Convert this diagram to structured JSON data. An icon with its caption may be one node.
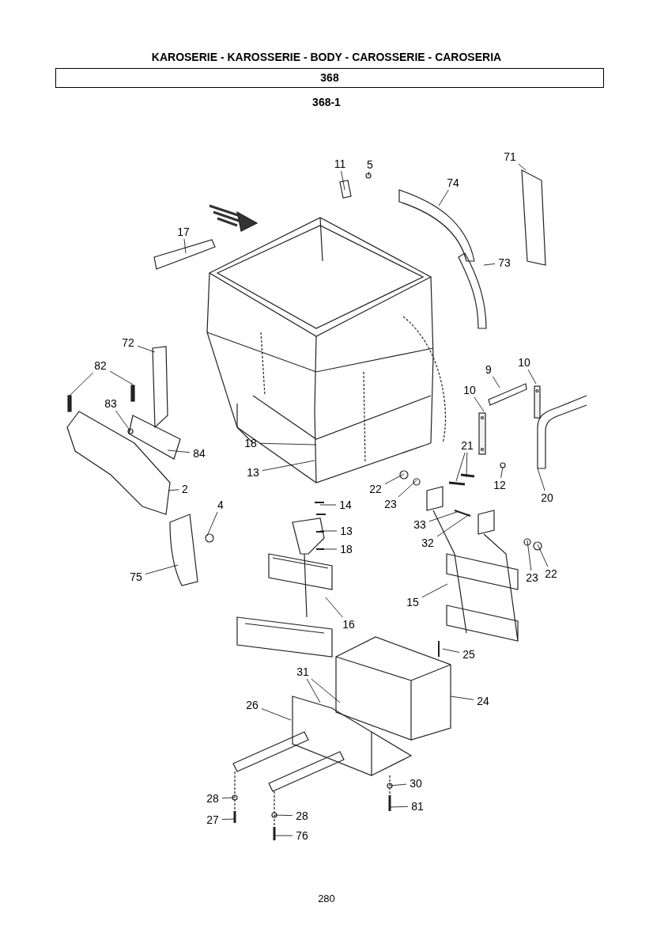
{
  "diagram": {
    "title": "KAROSERIE - KAROSSERIE - BODY - CAROSSERIE - CAROSERIA",
    "nodes": [
      {
        "text": [
          "368"
        ]
      },
      {
        "text": [
          "11"
        ]
      },
      {
        "text": [
          "5"
        ]
      },
      {
        "text": [
          "74"
        ]
      },
      {
        "text": [
          "71"
        ]
      },
      {
        "text": [
          "73"
        ]
      },
      {
        "text": [
          "17"
        ]
      },
      {
        "text": [
          "72"
        ]
      },
      {
        "text": [
          "82"
        ]
      },
      {
        "text": [
          "83"
        ]
      },
      {
        "text": [
          "9"
        ]
      },
      {
        "text": [
          "10"
        ]
      },
      {
        "text": [
          "10"
        ]
      },
      {
        "text": [
          "84"
        ]
      },
      {
        "text": [
          "18"
        ]
      },
      {
        "text": [
          "21"
        ]
      },
      {
        "text": [
          "13"
        ]
      },
      {
        "text": [
          "22"
        ]
      },
      {
        "text": [
          "23"
        ]
      },
      {
        "text": [
          "12"
        ]
      },
      {
        "text": [
          "20"
        ]
      },
      {
        "text": [
          "2"
        ]
      },
      {
        "text": [
          "14"
        ]
      },
      {
        "text": [
          "4"
        ]
      },
      {
        "text": [
          "33"
        ]
      },
      {
        "text": [
          "32"
        ]
      },
      {
        "text": [
          "13"
        ]
      },
      {
        "text": [
          "18"
        ]
      },
      {
        "text": [
          "23"
        ]
      },
      {
        "text": [
          "22"
        ]
      },
      {
        "text": [
          "75"
        ]
      },
      {
        "text": [
          "15"
        ]
      },
      {
        "text": [
          "16"
        ]
      },
      {
        "text": [
          "25"
        ]
      },
      {
        "text": [
          "31"
        ]
      },
      {
        "text": [
          "24"
        ]
      },
      {
        "text": [
          "26"
        ]
      },
      {
        "text": [
          "30"
        ]
      },
      {
        "text": [
          "28"
        ]
      },
      {
        "text": [
          "81"
        ]
      },
      {
        "text": [
          "28"
        ]
      },
      {
        "text": [
          "27"
        ]
      },
      {
        "text": [
          "76"
        ]
      }
    ],
    "edges": [
      {
        "from": 1,
        "to": null,
        "arrow": "none"
      },
      {
        "from": 2,
        "to": null,
        "arrow": "none"
      },
      {
        "from": 3,
        "to": null,
        "arrow": "none"
      },
      {
        "from": 4,
        "to": null,
        "arrow": "none"
      },
      {
        "from": 5,
        "to": null,
        "arrow": "none"
      },
      {
        "from": 6,
        "to": null,
        "arrow": "none"
      },
      {
        "from": 7,
        "to": null,
        "arrow": "none"
      },
      {
        "from": 8,
        "to": null,
        "arrow": "none"
      },
      {
        "from": 8,
        "to": null,
        "arrow": "none"
      },
      {
        "from": 9,
        "to": null,
        "arrow": "none"
      },
      {
        "from": 10,
        "to": null,
        "arrow": "none"
      },
      {
        "from": 11,
        "to": null,
        "arrow": "none"
      },
      {
        "from": 12,
        "to": null,
        "arrow": "none"
      },
      {
        "from": 13,
        "to": null,
        "arrow": "none"
      },
      {
        "from": 14,
        "to": null,
        "arrow": "none"
      },
      {
        "from": 15,
        "to": null,
        "arrow": "none"
      },
      {
        "from": 15,
        "to": null,
        "arrow": "none"
      },
      {
        "from": 16,
        "to": null,
        "arrow": "none"
      },
      {
        "from": 17,
        "to": null,
        "arrow": "none"
      },
      {
        "from": 18,
        "to": null,
        "arrow": "none"
      },
      {
        "from": 19,
        "to": null,
        "arrow": "none"
      },
      {
        "from": 20,
        "to": null,
        "arrow": "none"
      },
      {
        "from": 21,
        "to": null,
        "arrow": "none"
      },
      {
        "from": 22,
        "to": null,
        "arrow": "none"
      },
      {
        "from": 23,
        "to": null,
        "arrow": "none"
      },
      {
        "from": 24,
        "to": null,
        "arrow": "none"
      },
      {
        "from": 25,
        "to": null,
        "arrow": "none"
      },
      {
        "from": 26,
        "to": null,
        "arrow": "none"
      },
      {
        "from": 27,
        "to": null,
        "arrow": "none"
      },
      {
        "from": 28,
        "to": null,
        "arrow": "none"
      },
      {
        "from": 29,
        "to": null,
        "arrow": "none"
      },
      {
        "from": 30,
        "to": null,
        "arrow": "none"
      },
      {
        "from": 31,
        "to": null,
        "arrow": "none"
      },
      {
        "from": 32,
        "to": null,
        "arrow": "none"
      },
      {
        "from": 33,
        "to": null,
        "arrow": "none"
      },
      {
        "from": 34,
        "to": null,
        "arrow": "none"
      },
      {
        "from": 34,
        "to": null,
        "arrow": "none"
      },
      {
        "from": 35,
        "to": null,
        "arrow": "none"
      },
      {
        "from": 36,
        "to": null,
        "arrow": "none"
      },
      {
        "from": 37,
        "to": null,
        "arrow": "none"
      },
      {
        "from": 38,
        "to": null,
        "arrow": "none"
      },
      {
        "from": 39,
        "to": null,
        "arrow": "none"
      },
      {
        "from": 40,
        "to": null,
        "arrow": "none"
      },
      {
        "from": 41,
        "to": null,
        "arrow": "none"
      },
      {
        "from": 42,
        "to": null,
        "arrow": "none"
      }
    ],
    "labels": [
      "368-1",
      "280"
    ]
  }
}
